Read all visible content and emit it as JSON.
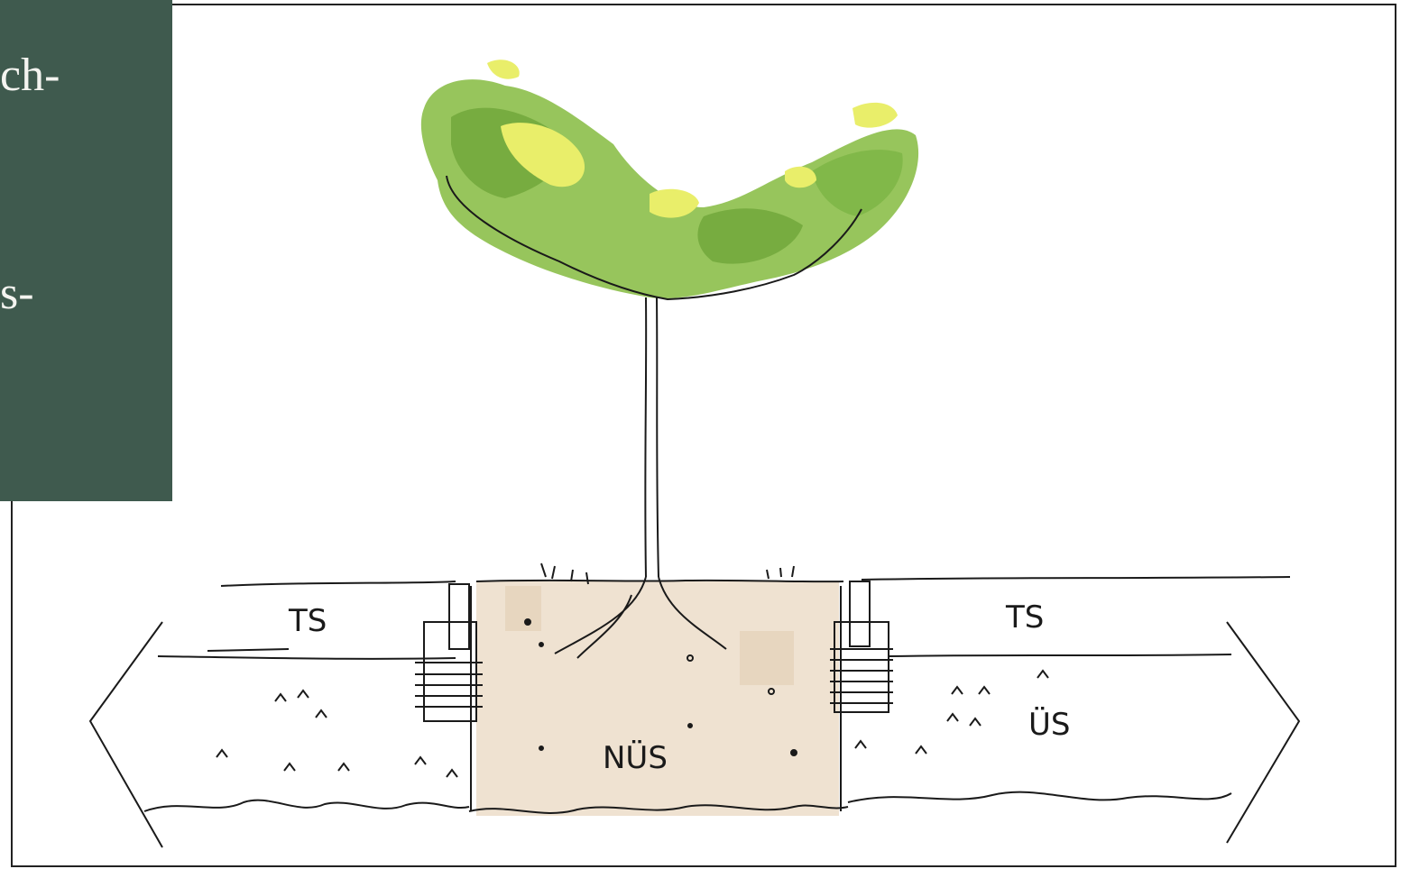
{
  "side_panel": {
    "line1": "ch-",
    "line2": "s-",
    "background": "#3f5a4e"
  },
  "sketch": {
    "labels": {
      "left_ts": "TS",
      "right_ts": "TS",
      "center": "NÜS",
      "right_lower": "ÜS"
    },
    "colors": {
      "crown_green": "#8cbf4a",
      "crown_dark": "#6fa53a",
      "crown_yellow": "#e9ee6a",
      "pit_fill": "#ead8c2",
      "ink": "#1a1a1a"
    }
  }
}
